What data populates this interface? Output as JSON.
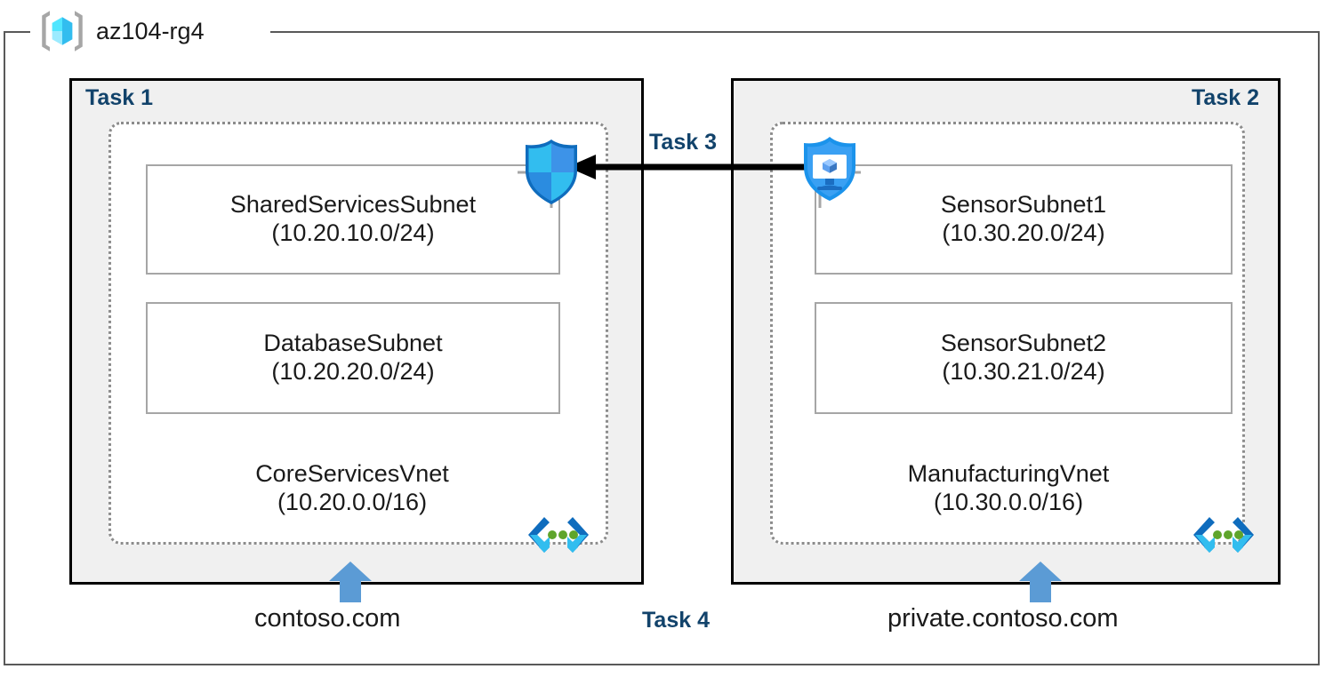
{
  "resource_group": {
    "name": "az104-rg4",
    "icon": "azure-resource-group-cube-icon"
  },
  "tasks": {
    "task1_label": "Task 1",
    "task2_label": "Task 2",
    "task3_label": "Task 3",
    "task4_label": "Task 4"
  },
  "vnets": [
    {
      "id": "core-services",
      "name": "CoreServicesVnet",
      "cidr": "(10.20.0.0/16)",
      "icon": "virtual-network-icon",
      "subnets": [
        {
          "name": "SharedServicesSubnet",
          "cidr": "(10.20.10.0/24)"
        },
        {
          "name": "DatabaseSubnet",
          "cidr": "(10.20.20.0/24)"
        }
      ],
      "dns_zone": "contoso.com"
    },
    {
      "id": "manufacturing",
      "name": "ManufacturingVnet",
      "cidr": "(10.30.0.0/16)",
      "icon": "virtual-network-icon",
      "subnets": [
        {
          "name": "SensorSubnet1",
          "cidr": "(10.30.20.0/24)"
        },
        {
          "name": "SensorSubnet2",
          "cidr": "(10.30.21.0/24)"
        }
      ],
      "dns_zone": "private.contoso.com"
    }
  ],
  "icons": {
    "nsg_shield": "network-security-group-shield-icon",
    "vm_shield": "protected-virtual-machine-shield-icon",
    "peering_arrow": "vnet-peering-arrow-icon",
    "dns_arrow_left": "dns-link-up-arrow-icon",
    "dns_arrow_right": "dns-link-up-arrow-icon"
  },
  "colors": {
    "task_label": "#12436b",
    "task_box_fill": "#f0f0f0",
    "task_box_border": "#000000",
    "vnet_border": "#8c8c8c",
    "subnet_border": "#a6a6a6",
    "rg_border": "#595959",
    "dns_arrow": "#5b9bd5",
    "shield_blue": "#0f8ce9",
    "vnet_icon_dark_blue": "#0f6cbd",
    "vnet_icon_cyan": "#32bdef",
    "vnet_icon_green": "#5fa52b",
    "rg_icon_cube": "#50e6ff"
  }
}
